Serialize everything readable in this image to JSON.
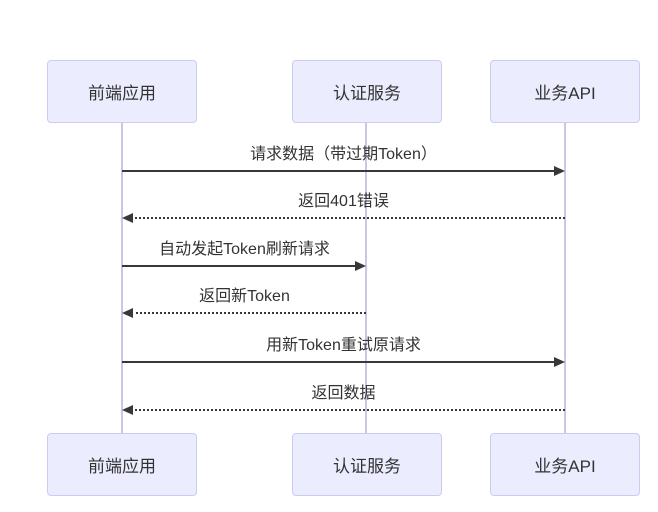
{
  "diagram": {
    "type": "sequence",
    "background": "#ffffff",
    "colors": {
      "actor_fill": "#ECECFF",
      "actor_border": "#CCCCF2",
      "lifeline": "#CBC5EA",
      "arrow": "#383838",
      "text": "#333333"
    },
    "actors": [
      {
        "label": "前端应用"
      },
      {
        "label": "认证服务"
      },
      {
        "label": "业务API"
      }
    ],
    "messages": [
      {
        "label": "请求数据（带过期Token）",
        "from": "前端应用",
        "to": "业务API",
        "style": "solid",
        "direction": "right"
      },
      {
        "label": "返回401错误",
        "from": "业务API",
        "to": "前端应用",
        "style": "dotted",
        "direction": "left"
      },
      {
        "label": "自动发起Token刷新请求",
        "from": "前端应用",
        "to": "认证服务",
        "style": "solid",
        "direction": "right"
      },
      {
        "label": "返回新Token",
        "from": "认证服务",
        "to": "前端应用",
        "style": "dotted",
        "direction": "left"
      },
      {
        "label": "用新Token重试原请求",
        "from": "前端应用",
        "to": "业务API",
        "style": "solid",
        "direction": "right"
      },
      {
        "label": "返回数据",
        "from": "业务API",
        "to": "前端应用",
        "style": "dotted",
        "direction": "left"
      }
    ]
  }
}
